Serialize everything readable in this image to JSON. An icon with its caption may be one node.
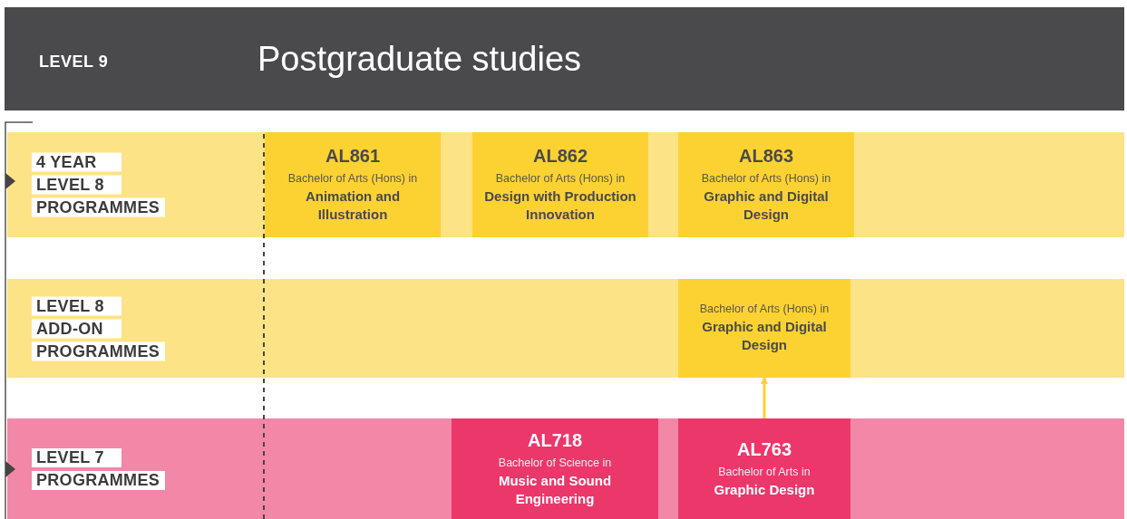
{
  "diagram": {
    "nodes": [
      {
        "text": [
          "LEVEL 9",
          "Postgraduate studies"
        ]
      },
      {
        "text": [
          "4 YEAR",
          "LEVEL 8",
          "PROGRAMMES"
        ]
      },
      {
        "text": [
          "AL861",
          "Bachelor of Arts (Hons) in",
          "Animation and Illustration"
        ],
        "in": 1
      },
      {
        "text": [
          "AL862",
          "Bachelor of Arts (Hons) in",
          "Design with Production Innovation"
        ],
        "in": 1
      },
      {
        "text": [
          "AL863",
          "Bachelor of Arts (Hons) in",
          "Graphic and Digital Design"
        ],
        "in": 1
      },
      {
        "text": [
          "LEVEL 8",
          "ADD-ON",
          "PROGRAMMES"
        ]
      },
      {
        "text": [
          "Bachelor of Arts (Hons) in",
          "Graphic and Digital Design"
        ],
        "in": 5
      },
      {
        "text": [
          "LEVEL 7",
          "PROGRAMMES"
        ]
      },
      {
        "text": [
          "AL718",
          "Bachelor of Science in",
          "Music and Sound Engineering"
        ],
        "in": 7
      },
      {
        "text": [
          "AL763",
          "Bachelor of Arts in",
          "Graphic Design"
        ],
        "in": 7
      }
    ],
    "edges": [
      {
        "from": 9,
        "to": 6,
        "arrow": "to"
      }
    ]
  }
}
